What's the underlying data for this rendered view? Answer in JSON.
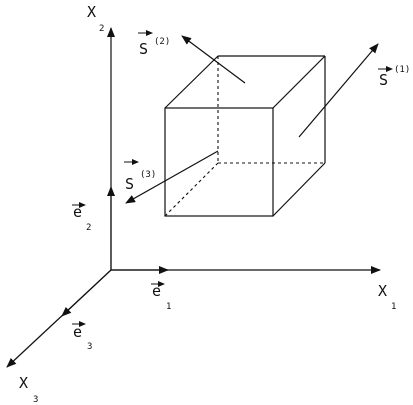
{
  "colors": {
    "ink": "#111111",
    "background": "#ffffff"
  },
  "axes": {
    "x1": {
      "letter": "X",
      "index": "1"
    },
    "x2": {
      "letter": "X",
      "index": "2"
    },
    "x3": {
      "letter": "X",
      "index": "3"
    }
  },
  "basis": {
    "e1": {
      "letter": "e",
      "index": "1"
    },
    "e2": {
      "letter": "e",
      "index": "2"
    },
    "e3": {
      "letter": "e",
      "index": "3"
    }
  },
  "tractions": {
    "s1": {
      "letter": "S",
      "index": "(1)"
    },
    "s2": {
      "letter": "S",
      "index": "(2)"
    },
    "s3": {
      "letter": "S",
      "index": "(3)"
    }
  }
}
